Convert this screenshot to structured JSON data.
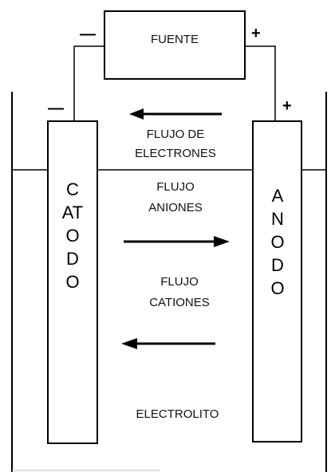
{
  "source_box": {
    "label": "FUENTE",
    "minus": "—",
    "plus": "+"
  },
  "cathode": {
    "label": "CATODO",
    "sign": "—"
  },
  "anode": {
    "label": "ANODO",
    "sign": "+"
  },
  "flows": {
    "electrons_line1": "FLUJO DE",
    "electrons_line2": "ELECTRONES",
    "anions_line1": "FLUJO",
    "anions_line2": "ANIONES",
    "cations_line1": "FLUJO",
    "cations_line2": "CATIONES"
  },
  "electrolyte": {
    "label": "ELECTROLITO"
  }
}
